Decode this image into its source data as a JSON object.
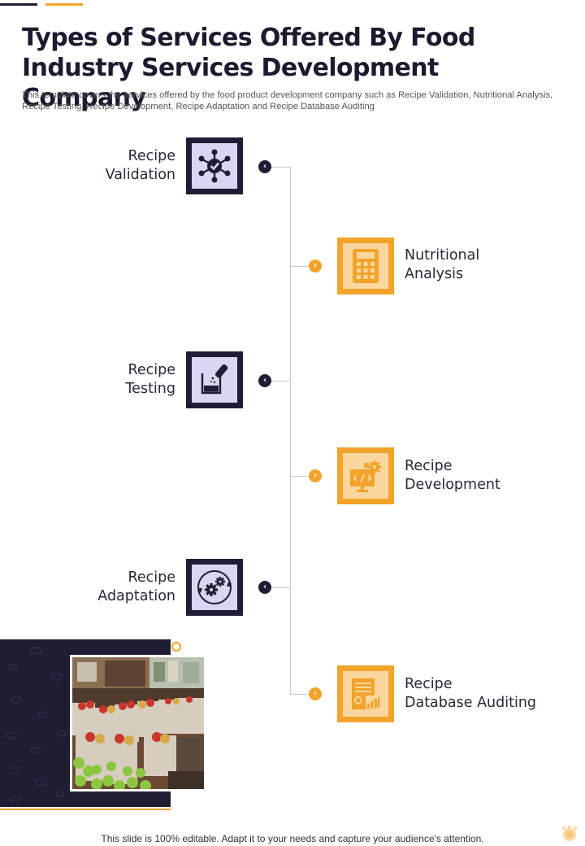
{
  "title": "Types of Services Offered By Food Industry Services Development Company",
  "subtitle": "This template covers the services offered by the food product development company such as Recipe Validation, Nutritional Analysis, Recipe Testing, Recipe Development, Recipe Adaptation and Recipe Database Auditing",
  "services": [
    {
      "line1": "Recipe",
      "line2": "Validation",
      "side": "left",
      "icon": "network-check-icon"
    },
    {
      "line1": "Nutritional",
      "line2": "Analysis",
      "side": "right",
      "icon": "calculator-icon"
    },
    {
      "line1": "Recipe",
      "line2": "Testing",
      "side": "left",
      "icon": "test-tube-beaker-icon"
    },
    {
      "line1": "Recipe",
      "line2": "Development",
      "side": "right",
      "icon": "monitor-code-gear-icon"
    },
    {
      "line1": "Recipe",
      "line2": "Adaptation",
      "side": "left",
      "icon": "gears-cycle-icon"
    },
    {
      "line1": "Recipe",
      "line2": "Database Auditing",
      "side": "right",
      "icon": "report-chart-icon"
    }
  ],
  "footer": "This slide is 100% editable. Adapt it to your needs and capture your audience's attention.",
  "colors": {
    "dark": "#1f1d33",
    "gold": "#f2a32a",
    "lavender": "#d8d6f0",
    "peach": "#fbd7a0"
  }
}
